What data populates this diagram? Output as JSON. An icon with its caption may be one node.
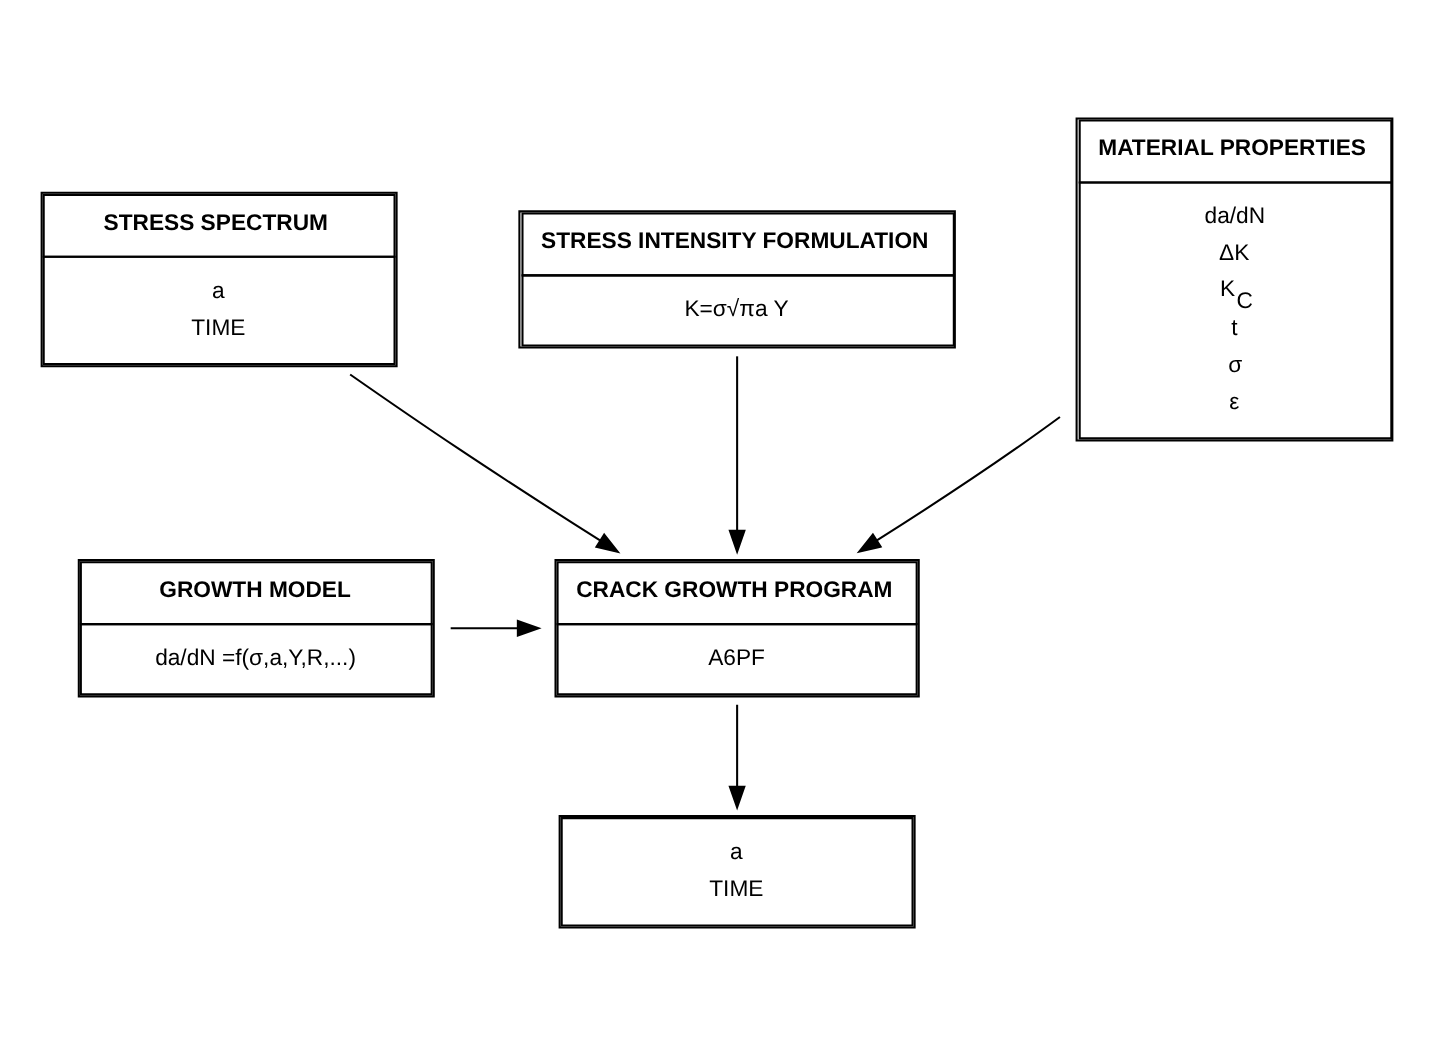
{
  "diagram": {
    "nodes": [
      {
        "text": [
          "STRESS SPECTRUM",
          "a",
          "TIME"
        ]
      },
      {
        "text": [
          "STRESS INTENSITY FORMULATION",
          "K=σ√πa Y"
        ]
      },
      {
        "text": [
          "MATERIAL PROPERTIES",
          "da/dN",
          "ΔK",
          "K$_{C}$",
          "t",
          "σ",
          "ε"
        ]
      },
      {
        "text": [
          "GROWTH MODEL",
          "da/dN =f(σ,a,Y,R,...)"
        ]
      },
      {
        "text": [
          "CRACK GROWTH PROGRAM",
          "A6PF"
        ]
      },
      {
        "text": [
          "a",
          "TIME"
        ]
      }
    ],
    "edges": [
      {
        "from": 0,
        "to": 4,
        "arrow": "to"
      },
      {
        "from": 1,
        "to": 4,
        "arrow": "to"
      },
      {
        "from": 2,
        "to": 4,
        "arrow": "to"
      },
      {
        "from": 3,
        "to": 4,
        "arrow": "to"
      },
      {
        "from": 4,
        "to": 5,
        "arrow": "to"
      }
    ]
  }
}
